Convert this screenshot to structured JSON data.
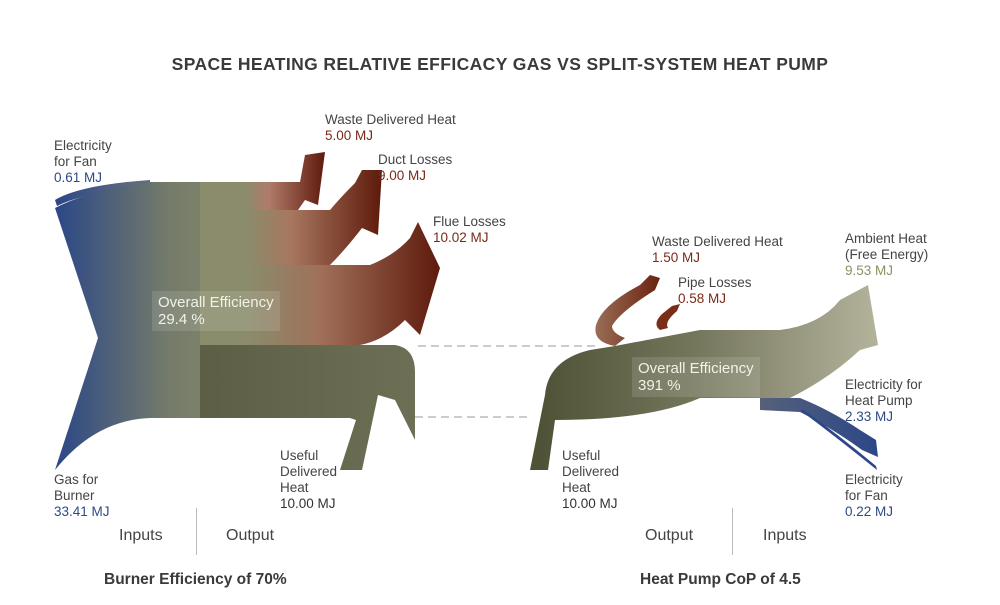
{
  "title": "SPACE HEATING RELATIVE EFFICACY GAS VS SPLIT-SYSTEM HEAT PUMP",
  "gas": {
    "electricity_fan": {
      "name": "Electricity\nfor Fan",
      "value": "0.61 MJ"
    },
    "gas_burner": {
      "name": "Gas for\nBurner",
      "value": "33.41 MJ"
    },
    "waste_heat": {
      "name": "Waste Delivered Heat",
      "value": "5.00 MJ"
    },
    "duct_losses": {
      "name": "Duct Losses",
      "value": "9.00 MJ"
    },
    "flue_losses": {
      "name": "Flue Losses",
      "value": "10.02 MJ"
    },
    "useful_heat": {
      "name": "Useful\nDelivered\nHeat",
      "value": "10.00 MJ"
    },
    "efficiency": {
      "name": "Overall Efficiency",
      "value": "29.4 %"
    },
    "inputs_label": "Inputs",
    "output_label": "Output",
    "caption": "Burner Efficiency of 70%"
  },
  "heatpump": {
    "waste_heat": {
      "name": "Waste Delivered Heat",
      "value": "1.50 MJ"
    },
    "pipe_losses": {
      "name": "Pipe Losses",
      "value": "0.58 MJ"
    },
    "ambient_heat": {
      "name": "Ambient Heat\n(Free Energy)",
      "value": "9.53 MJ"
    },
    "electricity_pump": {
      "name": "Electricity for\nHeat Pump",
      "value": "2.33 MJ"
    },
    "electricity_fan": {
      "name": "Electricity\nfor Fan",
      "value": "0.22 MJ"
    },
    "useful_heat": {
      "name": "Useful\nDelivered\nHeat",
      "value": "10.00 MJ"
    },
    "efficiency": {
      "name": "Overall Efficiency",
      "value": "391 %"
    },
    "output_label": "Output",
    "inputs_label": "Inputs",
    "caption": "Heat Pump CoP of 4.5"
  },
  "colors": {
    "blue": "#2e4a86",
    "olive": "#6f7055",
    "dark_olive": "#4f513c",
    "brown": "#6b1e0e",
    "light_olive": "#aeae92"
  }
}
